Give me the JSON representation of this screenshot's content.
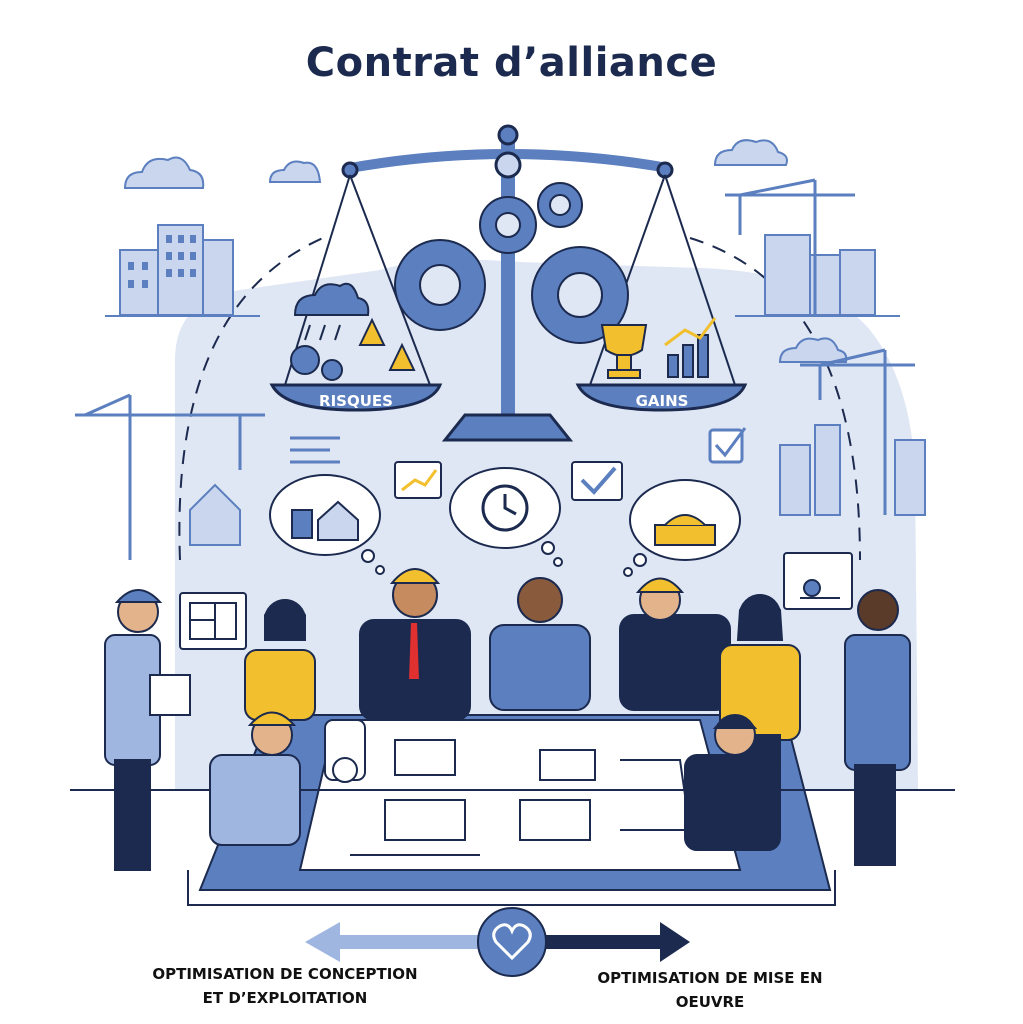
{
  "title": "Contrat d’alliance",
  "scale": {
    "left_pan_label": "RISQUES",
    "right_pan_label": "GAINS"
  },
  "bottom": {
    "left_caption_line1": "OPTIMISATION DE CONCEPTION",
    "left_caption_line2": "ET D’EXPLOITATION",
    "right_caption_line1": "OPTIMISATION DE MISE EN",
    "right_caption_line2": "OEUVRE"
  },
  "colors": {
    "navy": "#1b2a4e",
    "blue": "#5b7fbf",
    "light_blue": "#c9d6ee",
    "bg_blob": "#dfe6f4",
    "yellow": "#f2c02f",
    "white": "#ffffff"
  }
}
